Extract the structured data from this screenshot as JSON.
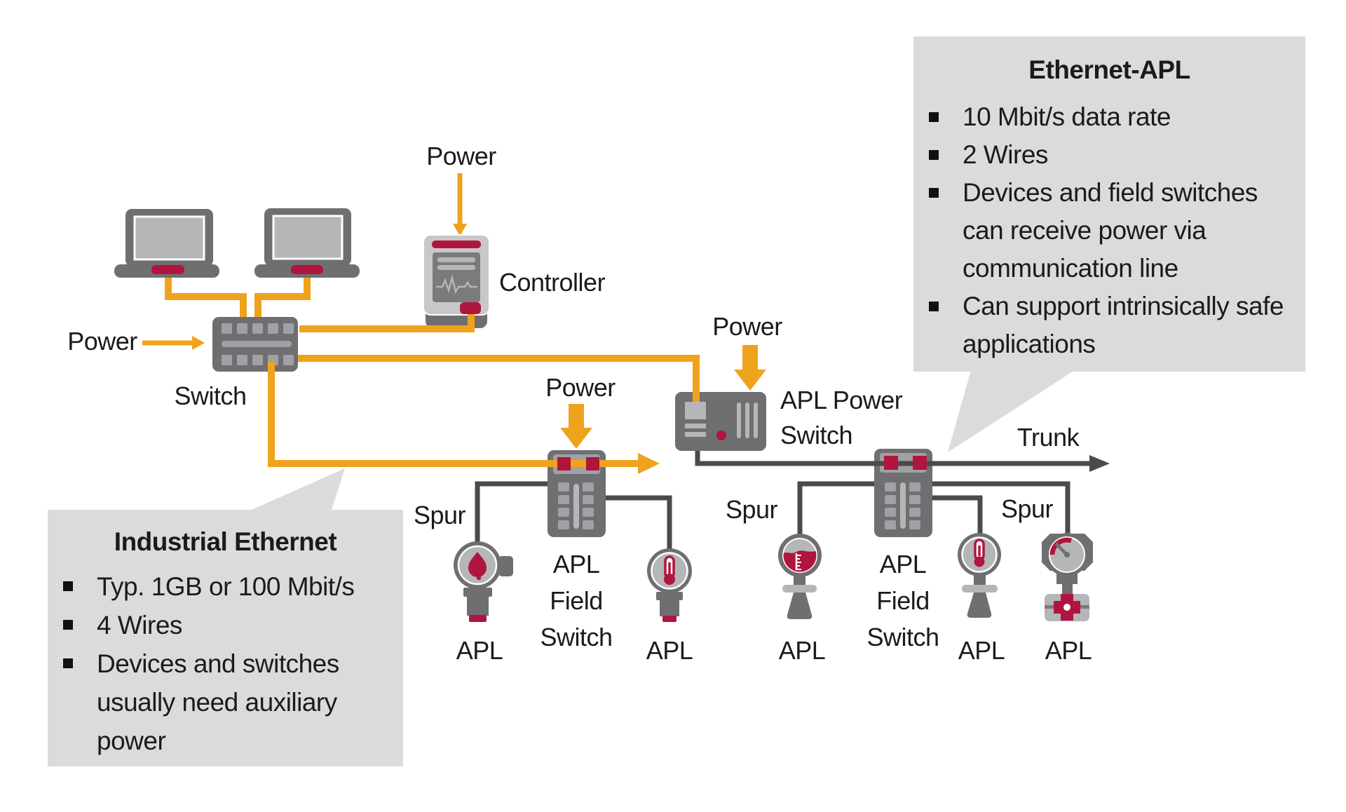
{
  "colors": {
    "orange": "#EFA31C",
    "dark_gray": "#6F6F72",
    "light_gray": "#B5B6B8",
    "panel_gray": "#C8C8CA",
    "port_gray": "#9FA1A4",
    "screen_gray": "#7B7B7E",
    "red": "#B0153E",
    "line_dark": "#4A4A4B",
    "callout_bg": "#DBDBDB",
    "text": "#1B1B1B"
  },
  "labels": {
    "power": "Power",
    "switch": "Switch",
    "controller": "Controller",
    "apl_power_switch": "APL Power Switch",
    "apl_field_switch": "APL Field Switch",
    "trunk": "Trunk",
    "spur": "Spur",
    "apl": "APL"
  },
  "callouts": {
    "industrial_ethernet": {
      "title": "Industrial Ethernet",
      "bullets": [
        "Typ. 1GB or 100 Mbit/s",
        "4 Wires",
        "Devices and switches usually need auxiliary power"
      ]
    },
    "ethernet_apl": {
      "title": "Ethernet-APL",
      "bullets": [
        "10 Mbit/s data rate",
        "2 Wires",
        "Devices and field switches can receive power via communication line",
        "Can support intrinsically safe applications"
      ]
    }
  }
}
